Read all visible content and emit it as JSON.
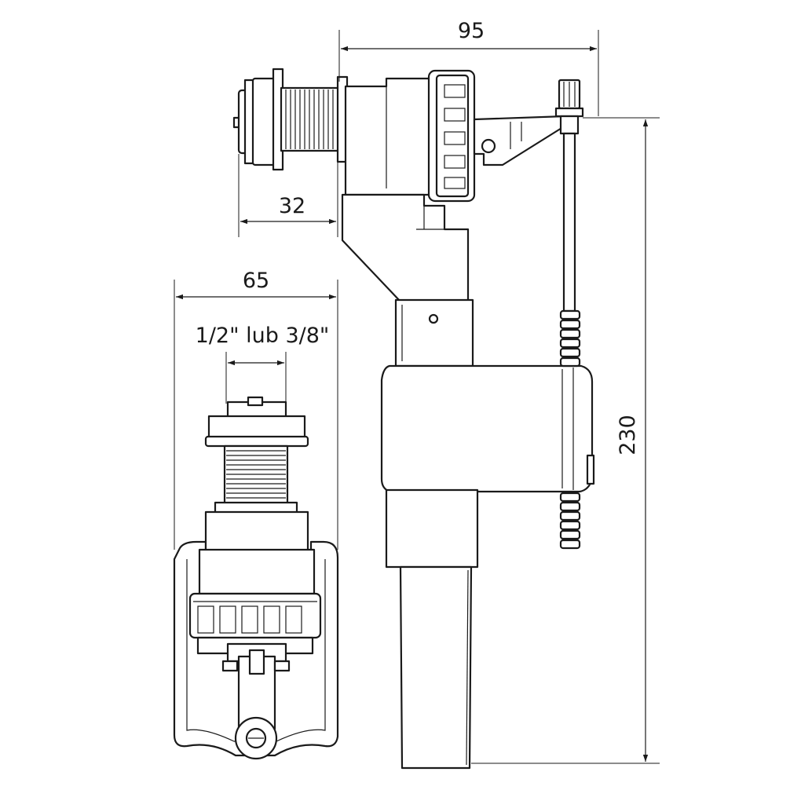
{
  "dimensions": {
    "width_top": "95",
    "inlet_length": "32",
    "width_side": "65",
    "thread_size": "1/2\" lub 3/8\"",
    "height": "230"
  }
}
